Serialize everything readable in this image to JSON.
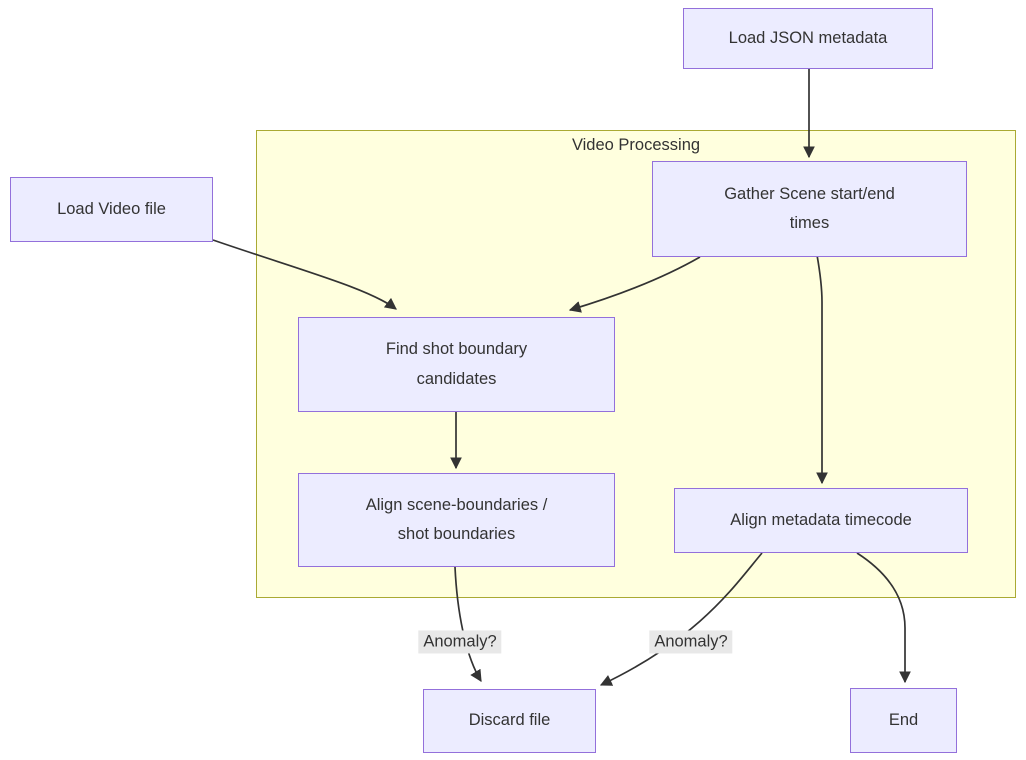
{
  "diagram": {
    "type": "flowchart",
    "subgraph": {
      "label": "Video Processing"
    },
    "nodes": {
      "load_json": {
        "label": "Load JSON metadata"
      },
      "load_video": {
        "label": "Load Video file"
      },
      "gather_scene": {
        "label": "Gather Scene start/end\ntimes"
      },
      "find_shot": {
        "label": "Find shot boundary\ncandidates"
      },
      "align_scene": {
        "label": "Align scene-boundaries /\nshot boundaries"
      },
      "align_metadata": {
        "label": "Align metadata timecode"
      },
      "discard": {
        "label": "Discard file"
      },
      "end": {
        "label": "End"
      }
    },
    "edges": [
      {
        "from": "load_json",
        "to": "gather_scene",
        "label": ""
      },
      {
        "from": "load_video",
        "to": "find_shot",
        "label": ""
      },
      {
        "from": "gather_scene",
        "to": "find_shot",
        "label": ""
      },
      {
        "from": "gather_scene",
        "to": "align_metadata",
        "label": ""
      },
      {
        "from": "find_shot",
        "to": "align_scene",
        "label": ""
      },
      {
        "from": "align_scene",
        "to": "discard",
        "label": "Anomaly?"
      },
      {
        "from": "align_metadata",
        "to": "discard",
        "label": "Anomaly?"
      },
      {
        "from": "align_metadata",
        "to": "end",
        "label": ""
      }
    ],
    "colors": {
      "node_fill": "#ECECFF",
      "node_border": "#9370DB",
      "subgraph_fill": "#FFFFDE",
      "subgraph_border": "#AAAA33",
      "edge_stroke": "#333333",
      "text": "#333333",
      "edge_label_bg": "#E8E8E8",
      "background": "#FFFFFF"
    }
  }
}
